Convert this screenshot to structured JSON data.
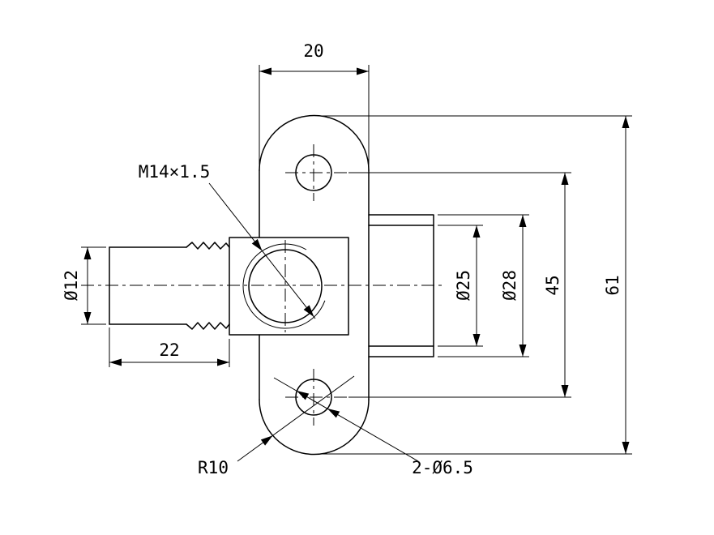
{
  "colors": {
    "background": "#ffffff",
    "line": "#000000"
  },
  "drawing": {
    "type": "engineering-drawing",
    "labels": {
      "flange_width": "20",
      "thread_callout": "M14×1.5",
      "inlet_diameter": "Ø12",
      "inlet_length": "22",
      "inner_diameter": "Ø25",
      "body_diameter": "Ø28",
      "hole_spacing": "45",
      "overall_height": "61",
      "lug_radius": "R10",
      "mount_holes": "2-Ø6.5"
    }
  }
}
